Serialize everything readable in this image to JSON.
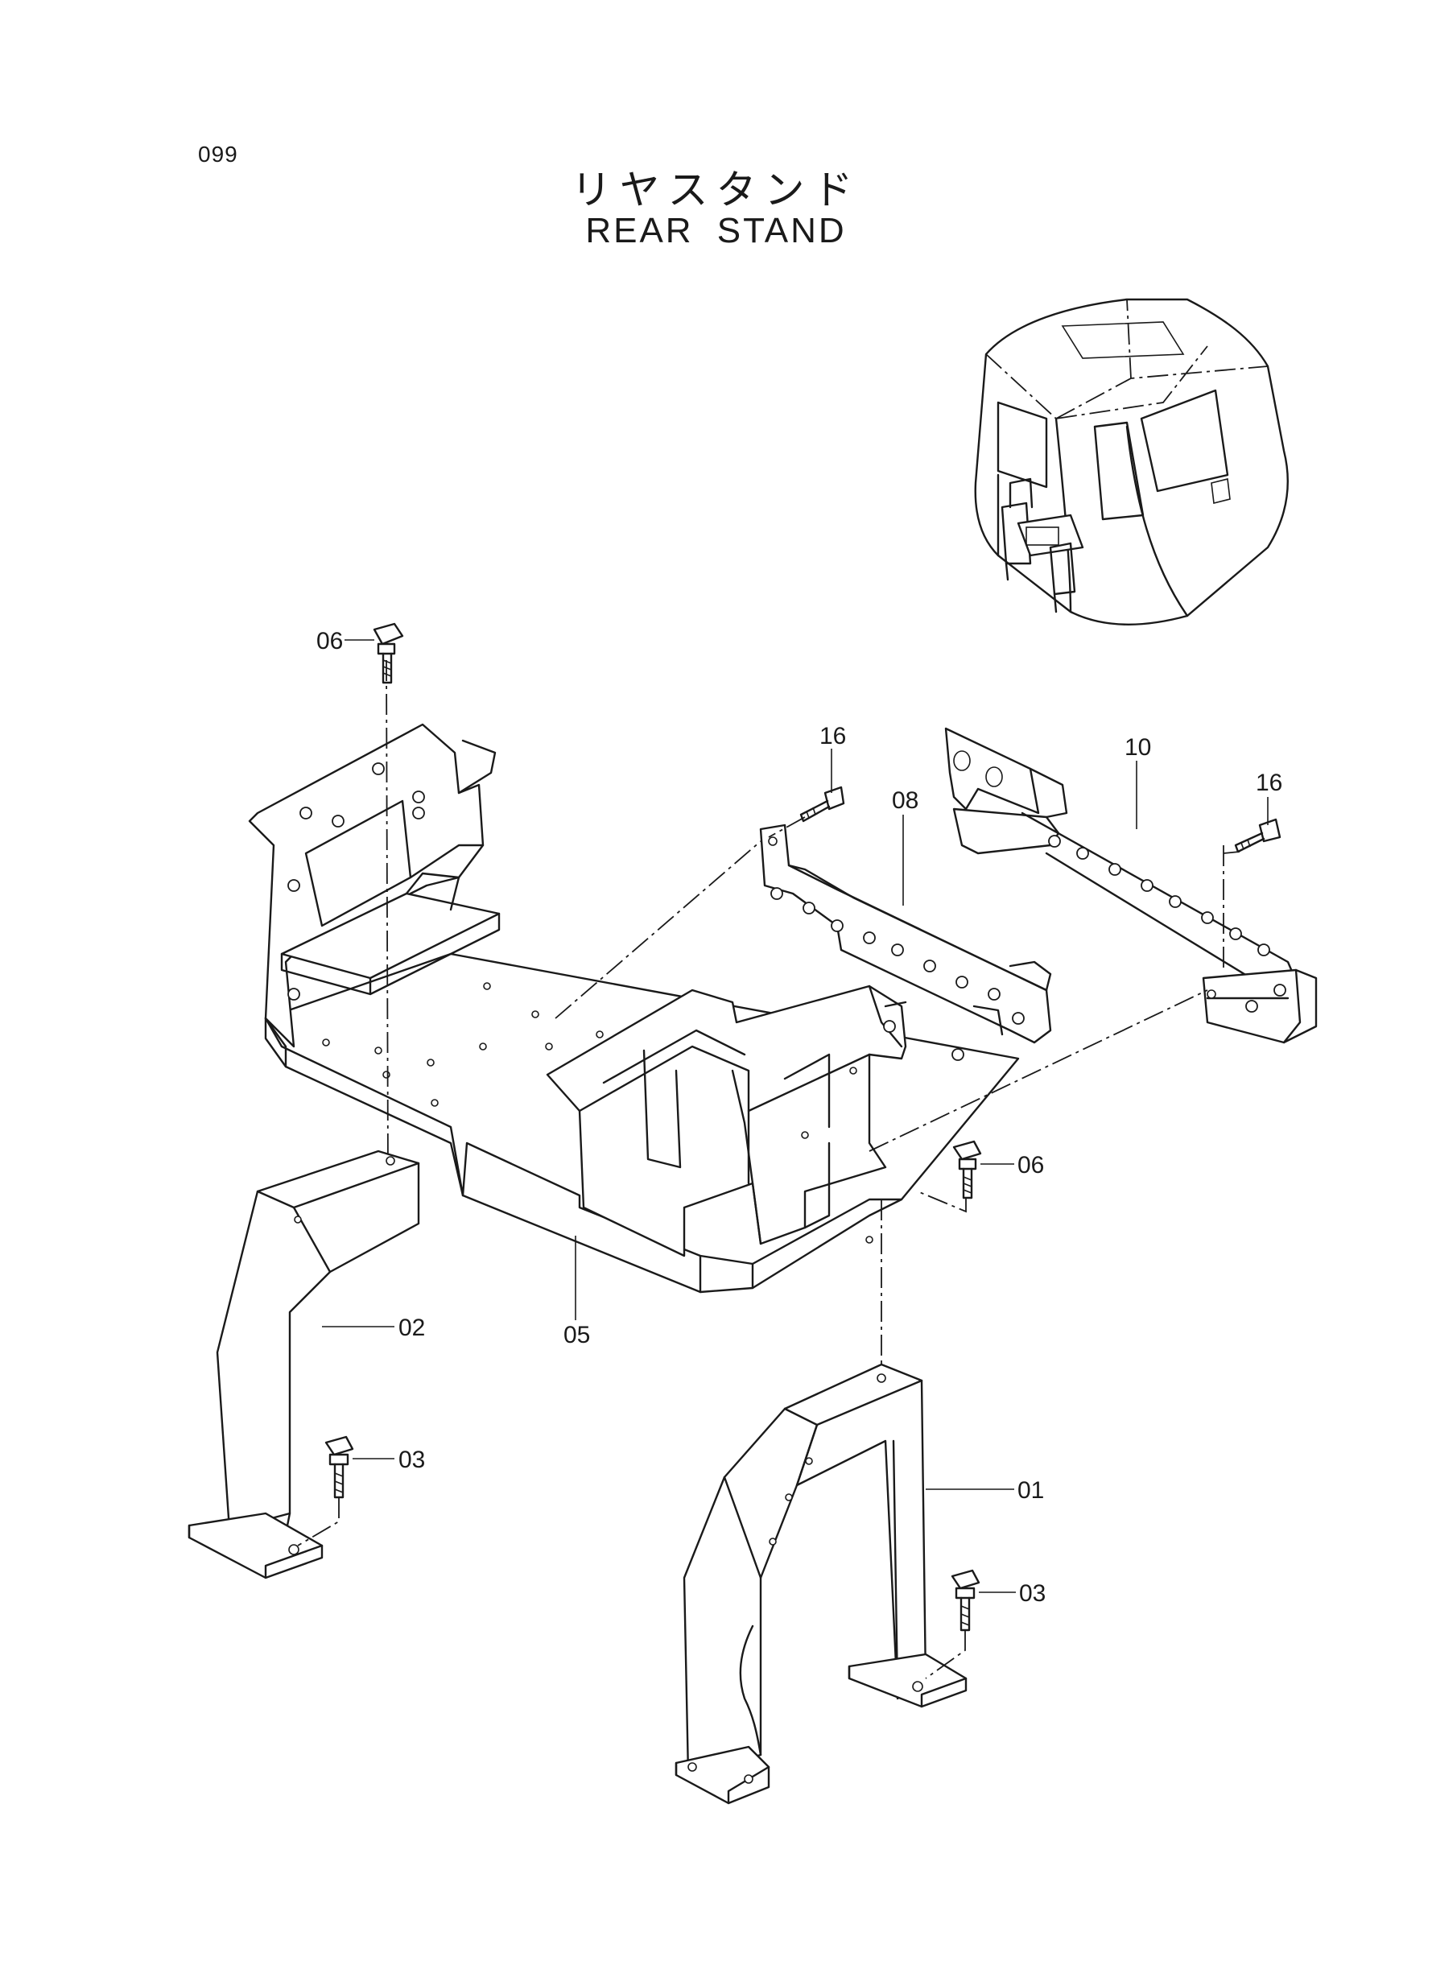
{
  "page": {
    "number": "099",
    "title_jp": "リヤスタンド",
    "title_en": "REAR STAND"
  },
  "callouts": {
    "c06_top": "06",
    "c16_left": "16",
    "c08": "08",
    "c10": "10",
    "c16_right": "16",
    "c06_right": "06",
    "c02": "02",
    "c05": "05",
    "c03_left": "03",
    "c01": "01",
    "c03_right": "03"
  }
}
